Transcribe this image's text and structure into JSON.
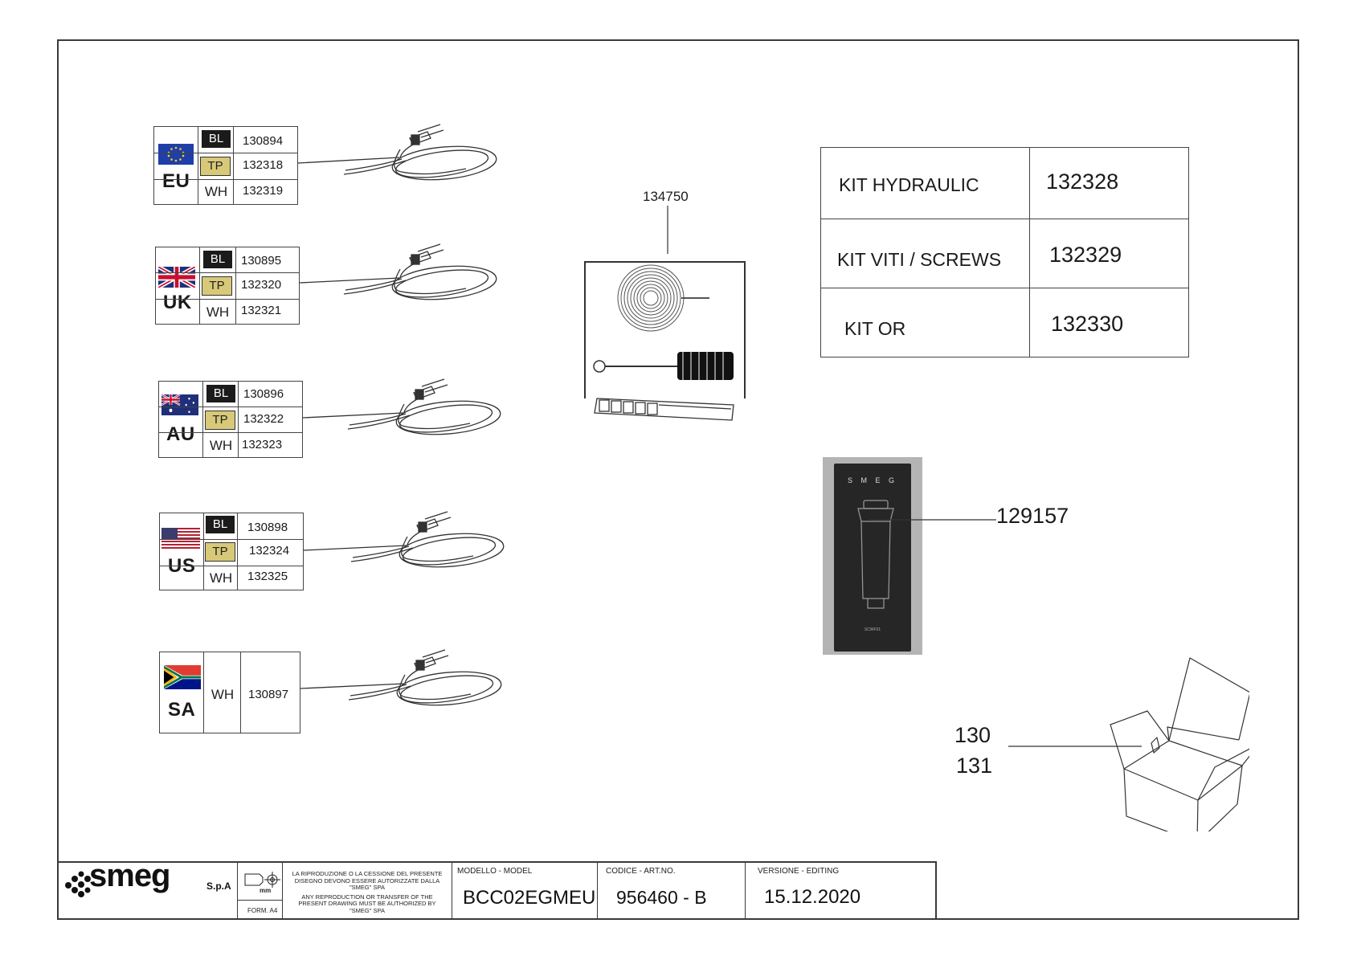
{
  "cords": [
    {
      "region": "EU",
      "flag": "eu-flag-icon",
      "variants": [
        {
          "tag": "BL",
          "code": "130894"
        },
        {
          "tag": "TP",
          "code": "132318"
        },
        {
          "tag": "WH",
          "code": "132319"
        }
      ]
    },
    {
      "region": "UK",
      "flag": "uk-flag-icon",
      "variants": [
        {
          "tag": "BL",
          "code": "130895"
        },
        {
          "tag": "TP",
          "code": "132320"
        },
        {
          "tag": "WH",
          "code": "132321"
        }
      ]
    },
    {
      "region": "AU",
      "flag": "au-flag-icon",
      "variants": [
        {
          "tag": "BL",
          "code": "130896"
        },
        {
          "tag": "TP",
          "code": "132322"
        },
        {
          "tag": "WH",
          "code": "132323"
        }
      ]
    },
    {
      "region": "US",
      "flag": "us-flag-icon",
      "variants": [
        {
          "tag": "BL",
          "code": "130898"
        },
        {
          "tag": "TP",
          "code": "132324"
        },
        {
          "tag": "WH",
          "code": "132325"
        }
      ]
    },
    {
      "region": "SA",
      "flag": "sa-flag-icon",
      "variants": [
        {
          "tag": "WH",
          "code": "130897"
        }
      ]
    }
  ],
  "accessory_kit": {
    "code": "134750"
  },
  "kits": [
    {
      "label": "KIT HYDRAULIC",
      "code": "132328"
    },
    {
      "label": "KIT VITI / SCREWS",
      "code": "132329"
    },
    {
      "label": "KIT OR",
      "code": "132330"
    }
  ],
  "filter": {
    "code": "129157",
    "box_brand": "S M E G",
    "box_model": "SCWF01"
  },
  "packaging": {
    "codes": [
      "130",
      "131"
    ]
  },
  "colors": {
    "bl_tag": "#1b1b1b",
    "tp_tag": "#d8c978",
    "border": "#3a3a3a"
  },
  "title_block": {
    "brand": "smeg",
    "brand_suffix": "S.p.A",
    "unit": "mm",
    "format": "FORM. A4",
    "notice_it": "LA RIPRODUZIONE O LA CESSIONE DEL PRESENTE DISEGNO DEVONO ESSERE AUTORIZZATE DALLA \"SMEG\" SPA",
    "notice_en": "ANY REPRODUCTION OR TRANSFER OF THE PRESENT DRAWING MUST BE AUTHORIZED BY \"SMEG\" SPA",
    "model_label": "MODELLO - MODEL",
    "model": "BCC02EGMEU",
    "art_label": "CODICE - ART.NO.",
    "art": "956460 - B",
    "version_label": "VERSIONE - EDITING",
    "version": "15.12.2020"
  }
}
